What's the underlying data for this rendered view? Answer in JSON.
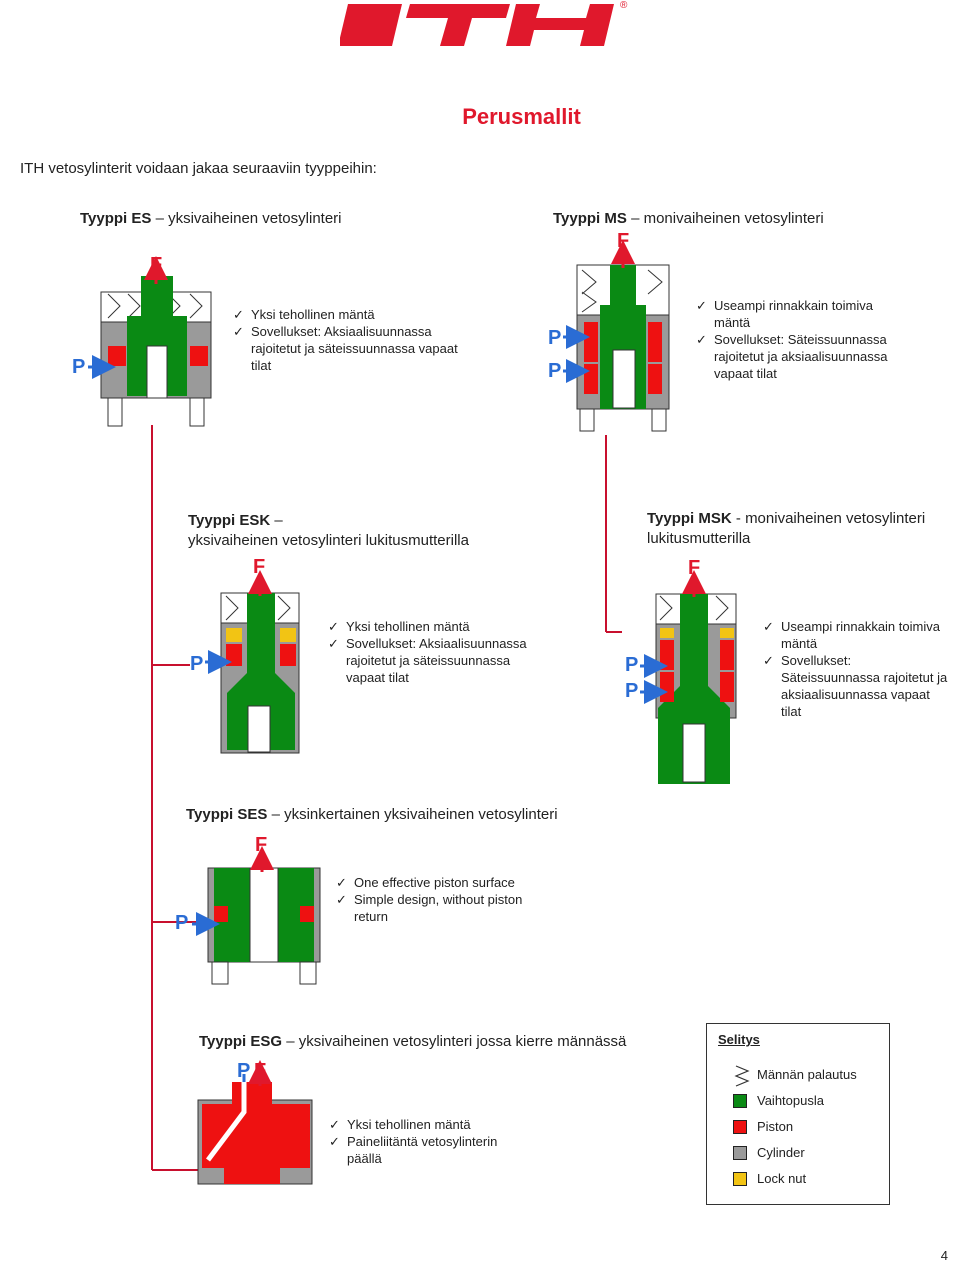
{
  "header": {
    "logo_text": "ITH"
  },
  "page_title": "Perusmallit",
  "intro": "ITH vetosylinterit voidaan jakaa seuraaviin tyyppeihin:",
  "types": {
    "es": {
      "label": "Tyyppi ES",
      "desc": " – yksivaiheinen vetosylinteri",
      "bullets": [
        "Yksi tehollinen mäntä",
        "Sovellukset: Aksiaalisuunnassa rajoitetut ja säteissuunnassa vapaat tilat"
      ]
    },
    "ms": {
      "label": "Tyyppi MS",
      "desc": " – monivaiheinen vetosylinteri",
      "bullets": [
        "Useampi rinnakkain toimiva mäntä",
        "Sovellukset: Säteissuunnassa rajoitetut ja aksiaalisuunnassa vapaat tilat"
      ]
    },
    "esk": {
      "label": "Tyyppi ESK",
      "desc": " –",
      "desc2": "yksivaiheinen vetosylinteri lukitusmutterilla",
      "bullets": [
        "Yksi tehollinen mäntä",
        "Sovellukset: Aksiaalisuunnassa rajoitetut ja säteissuunnassa vapaat tilat"
      ]
    },
    "msk": {
      "label": "Tyyppi MSK",
      "desc": " - monivaiheinen vetosylinteri",
      "desc2": "lukitusmutterilla",
      "bullets": [
        "Useampi rinnakkain toimiva mäntä",
        "Sovellukset: Säteissuunnassa rajoitetut ja aksiaalisuunnassa vapaat tilat"
      ]
    },
    "ses": {
      "label": "Tyyppi SES",
      "desc": " – yksinkertainen yksivaiheinen vetosylinteri",
      "bullets": [
        "One effective piston surface",
        "Simple design, without piston return"
      ]
    },
    "esg": {
      "label": "Tyyppi ESG",
      "desc": " – yksivaiheinen vetosylinteri jossa kierre männässä",
      "bullets": [
        "Yksi tehollinen mäntä",
        "Paineliitäntä vetosylinterin päällä"
      ]
    }
  },
  "diagram_labels": {
    "force": "F",
    "pressure": "P"
  },
  "legend": {
    "title": "Selitys",
    "items": [
      {
        "label": "Männän palautus",
        "swatch": "spring"
      },
      {
        "label": "Vaihtopusla",
        "color": "#0a8a14"
      },
      {
        "label": "Piston",
        "color": "#ee1111"
      },
      {
        "label": "Cylinder",
        "color": "#9a9a9a"
      },
      {
        "label": "Lock nut",
        "color": "#f2c414"
      }
    ]
  },
  "colors": {
    "brand_red": "#e0182c",
    "green": "#0a8a14",
    "red": "#ee1111",
    "gray": "#9a9a9a",
    "yellow": "#f2c414",
    "blue": "#2a6cd4"
  },
  "page_number": "4"
}
